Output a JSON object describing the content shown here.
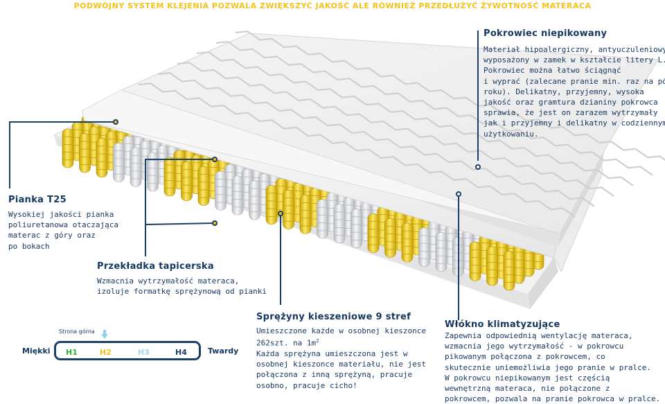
{
  "banner": "PODWÓJNY SYSTEM KLEJENIA POZWALA ZWIĘKSZYĆ JAKOŚĆ ALE RÓWNIEŻ PRZEDŁUŻYĆ ŻYWOTNOŚĆ MATERACA",
  "labels": {
    "pokrowiec": {
      "title": "Pokrowiec niepikowany",
      "text": "Materiał hipoalergiczny, antyuczuleniowy,\nwyposażony w zamek w kształcie litery L.\nPokrowiec można łatwo ściągnąć\ni wyprać (zalecane pranie min. raz na pół\nroku). Delikatny, przyjemny, wysoka\njakość oraz gramtura dzianiny pokrowca\nsprawia, że jest on zarazem wytrzymały\njak i przyjemny i delikatny w codziennym\nużytkowaniu."
    },
    "pianka": {
      "title": "Pianka T25",
      "text": "Wysokiej jakości pianka\npoliuretanowa otaczająca\nmaterac z góry oraz\npo bokach"
    },
    "przekladka": {
      "title": "Przekładka tapicerska",
      "text": "Wzmacnia wytrzymałość materaca,\nizoluje formatkę sprężynową od pianki"
    },
    "sprezyny": {
      "title": "Sprężyny kieszeniowe 9 stref",
      "line1": "Umieszczone każde w osobnej kieszonce",
      "line2": "262szt. na 1m",
      "sup": "2",
      "rest": "Każda sprężyna umieszczona jest w\nosobnej kieszonce materiału, nie jest\npołączona z inną sprężyną, pracuje\nosobno, pracuje cicho!"
    },
    "wlokno": {
      "title": "Włókno klimatyzujące",
      "text": "Zapewnia odpowiednią wentylację materaca,\nwzmacnia jego wytrzymałość - w pokrowcu\npikowanym połączona z pokrowcem, co\nskutecznie uniemożliwia jego pranie w pralce.\nW pokrowcu niepikowanym jest częścią\nwewnętrzną materaca, nie połączone z\npokrowcem, pozwala na pranie pokrowca w pralce."
    }
  },
  "hardness": {
    "top_side": "Strona górna",
    "soft": "Miękki",
    "hard": "Twardy",
    "levels": [
      {
        "label": "H1",
        "color": "#3aa935"
      },
      {
        "label": "H2",
        "color": "#f3c21b"
      },
      {
        "label": "H3",
        "color": "#9fd7ef"
      },
      {
        "label": "H4",
        "color": "#1a3f6b"
      }
    ],
    "selected": "H2"
  },
  "colors": {
    "navy": "#1a3f6b",
    "yellow_spring": "#f0d02a",
    "grey_spring": "#d9dce0",
    "banner": "#f3c21b"
  }
}
